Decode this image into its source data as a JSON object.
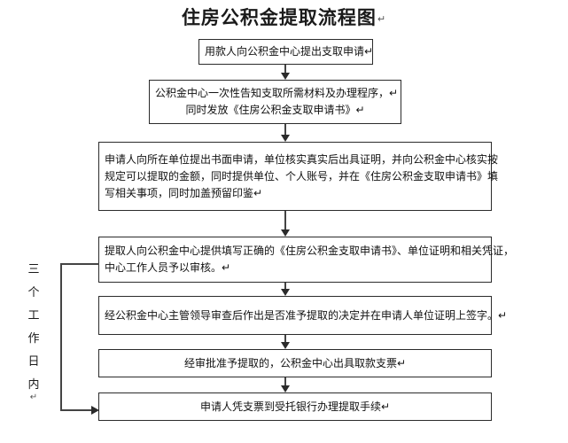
{
  "document": {
    "title": "住房公积金提取流程图",
    "title_mark": "↵",
    "paragraph_mark": "↵"
  },
  "side_label": {
    "name": "three-working-days-label",
    "text": "三个工作日内",
    "characters": [
      "三",
      "个",
      "工",
      "作",
      "日",
      "内"
    ],
    "mark": "↵"
  },
  "flow": {
    "nodes": [
      {
        "id": "node-1",
        "align": "center",
        "lines": [
          "用款人向公积金中心提出支取申请↵"
        ]
      },
      {
        "id": "node-2",
        "align": "center",
        "lines": [
          "公积金中心一次性告知支取所需材料及办理程序，↵",
          "同时发放《住房公积金支取申请书》↵"
        ]
      },
      {
        "id": "node-3",
        "align": "just",
        "lines": [
          "申请人向所在单位提出书面申请，单位核实真实后出具证明，并向公积金中心核实按",
          "规定可以提取的金额，同时提供单位、个人账号，并在《住房公积金支取申请书》填",
          "写相关事项，同时加盖预留印鉴↵"
        ]
      },
      {
        "id": "node-4",
        "align": "just",
        "lines": [
          "提取人向公积金中心提供填写正确的《住房公积金支取申请书》、单位证明和相关凭证，",
          "中心工作人员予以审核。↵"
        ]
      },
      {
        "id": "node-5",
        "align": "center",
        "lines": [
          "经公积金中心主管领导审查后作出是否准予提取的决定并在申请人单位证明上签字。↵"
        ]
      },
      {
        "id": "node-6",
        "align": "center",
        "lines": [
          "经审批准予提取的，公积金中心出具取款支票↵"
        ]
      },
      {
        "id": "node-7",
        "align": "center",
        "lines": [
          "申请人凭支票到受托银行办理提取手续↵"
        ]
      }
    ],
    "connectors": [
      {
        "from": "node-1",
        "to": "node-2",
        "kind": "arrow-down"
      },
      {
        "from": "node-2",
        "to": "node-3",
        "kind": "arrow-down"
      },
      {
        "from": "node-3",
        "to": "node-4",
        "kind": "arrow-down"
      },
      {
        "from": "node-4",
        "to": "node-5",
        "kind": "arrow-down"
      },
      {
        "from": "node-5",
        "to": "node-6",
        "kind": "arrow-down"
      },
      {
        "from": "node-6",
        "to": "node-7",
        "kind": "arrow-down"
      },
      {
        "from": "node-4",
        "to": "node-7",
        "kind": "left-bracket-arrow"
      }
    ]
  },
  "colors": {
    "background": "#ffffff",
    "border": "#2b2b2b",
    "text": "#111111",
    "connector": "#444444",
    "mark": "#555555"
  }
}
